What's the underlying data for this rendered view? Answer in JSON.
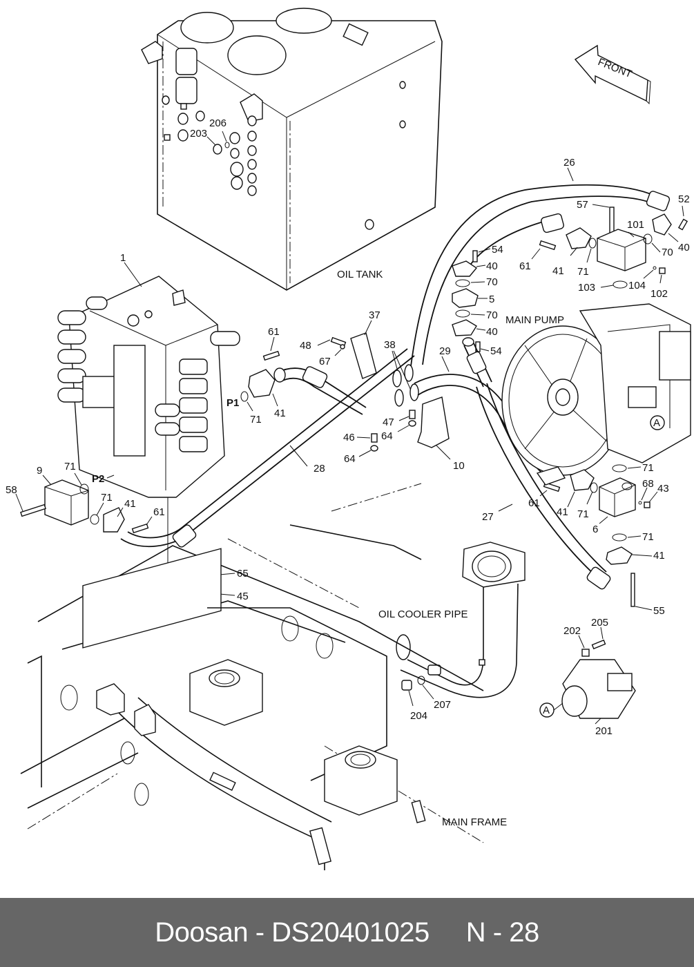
{
  "footer": {
    "brand": "Doosan",
    "separator": " - ",
    "part_number": "DS20401025",
    "page_prefix": "N",
    "page_separator": " - ",
    "page_number": "28",
    "background": "#666666",
    "text_color": "#ffffff"
  },
  "diagram": {
    "captions": {
      "oil_tank": "OIL TANK",
      "main_pump": "MAIN PUMP",
      "oil_cooler_pipe": "OIL COOLER PIPE",
      "main_frame": "MAIN FRAME",
      "front_arrow": "FRONT",
      "port_p1": "P1",
      "port_p2": "P2",
      "ref_a": "A"
    },
    "callouts": [
      "1",
      "5",
      "6",
      "9",
      "10",
      "26",
      "27",
      "28",
      "29",
      "37",
      "38",
      "40",
      "41",
      "43",
      "45",
      "46",
      "47",
      "48",
      "52",
      "54",
      "55",
      "57",
      "58",
      "61",
      "64",
      "65",
      "67",
      "68",
      "70",
      "71",
      "101",
      "102",
      "103",
      "104",
      "201",
      "202",
      "203",
      "204",
      "205",
      "206",
      "207"
    ],
    "labels": {
      "l203": "203",
      "l206": "206",
      "l1": "1",
      "l9": "9",
      "l58": "58",
      "l71a": "71",
      "l71b": "71",
      "l41a": "41",
      "l61a": "61",
      "l61b": "61",
      "l41b": "41",
      "l71c": "71",
      "l48": "48",
      "l67": "67",
      "l37": "37",
      "l38": "38",
      "l29": "29",
      "l28": "28",
      "l47": "47",
      "l64a": "64",
      "l46": "46",
      "l64b": "64",
      "l10": "10",
      "l26": "26",
      "l57": "57",
      "l52": "52",
      "l101": "101",
      "l54a": "54",
      "l40a": "40",
      "l61c": "61",
      "l41c": "41",
      "l71d": "71",
      "l70a": "70",
      "l40b": "40",
      "l103": "103",
      "l104": "104",
      "l102": "102",
      "l70b": "70",
      "l5": "5",
      "l70c": "70",
      "l40c": "40",
      "l54b": "54",
      "l71e": "71",
      "l68": "68",
      "l43": "43",
      "l61d": "61",
      "l41d": "41",
      "l71f": "71",
      "l6": "6",
      "l27": "27",
      "l71g": "71",
      "l41e": "41",
      "l55": "55",
      "l65": "65",
      "l45": "45",
      "l202": "202",
      "l205": "205",
      "l201": "201",
      "l204": "204",
      "l207": "207"
    }
  }
}
